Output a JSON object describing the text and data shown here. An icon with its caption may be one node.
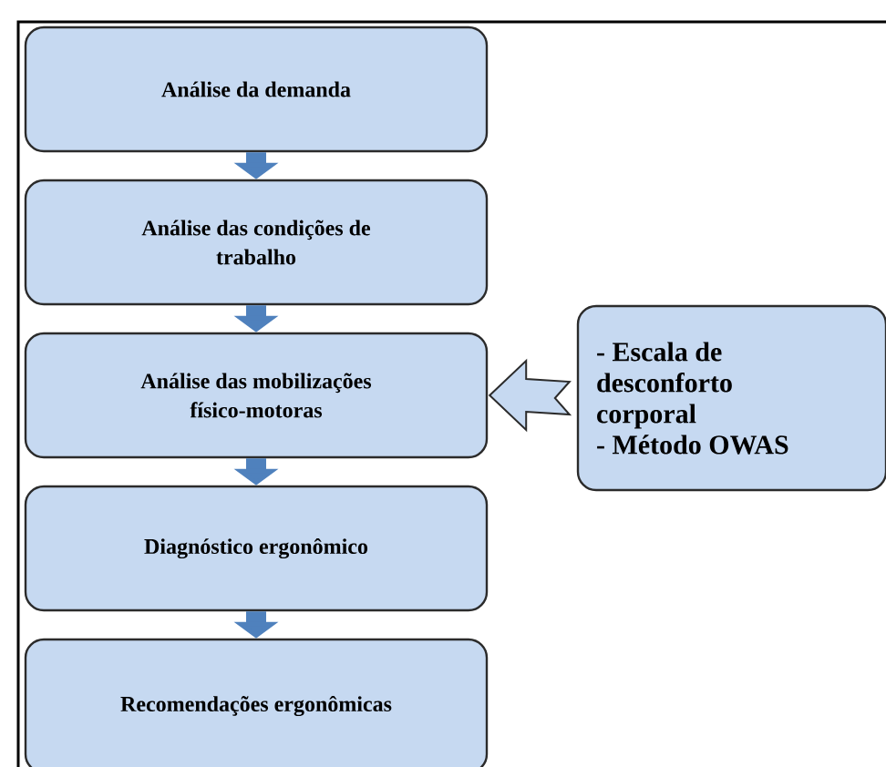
{
  "diagram": {
    "nodes": [
      {
        "text": [
          "Análise da demanda"
        ]
      },
      {
        "text": [
          "Análise das condições de trabalho"
        ]
      },
      {
        "text": [
          "Análise das mobilizações físico-motoras"
        ]
      },
      {
        "text": [
          "Diagnóstico ergonômico"
        ]
      },
      {
        "text": [
          "Recomendações ergonômicas"
        ]
      },
      {
        "text": [
          "- Escala de desconforto corporal",
          "- Método OWAS"
        ]
      }
    ],
    "edges": [
      {
        "from": 0,
        "to": 1,
        "arrow": "to"
      },
      {
        "from": 1,
        "to": 2,
        "arrow": "to"
      },
      {
        "from": 2,
        "to": 3,
        "arrow": "to"
      },
      {
        "from": 3,
        "to": 4,
        "arrow": "to"
      },
      {
        "from": 5,
        "to": 2,
        "arrow": "to"
      }
    ]
  }
}
